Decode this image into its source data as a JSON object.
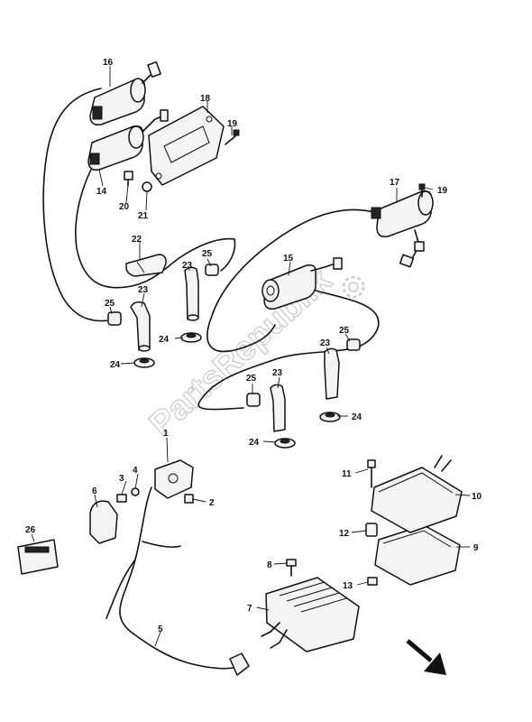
{
  "watermark": "PartsRepublik",
  "callouts": {
    "c1": "1",
    "c2": "2",
    "c3": "3",
    "c4": "4",
    "c5": "5",
    "c6": "6",
    "c7": "7",
    "c8": "8",
    "c9": "9",
    "c10": "10",
    "c11": "11",
    "c12": "12",
    "c13": "13",
    "c14": "14",
    "c15": "15",
    "c16": "16",
    "c17": "17",
    "c18": "18",
    "c19a": "19",
    "c19b": "19",
    "c20": "20",
    "c21": "21",
    "c22": "22",
    "c23a": "23",
    "c23b": "23",
    "c23c": "23",
    "c23d": "23",
    "c24a": "24",
    "c24b": "24",
    "c24c": "24",
    "c24d": "24",
    "c25a": "25",
    "c25b": "25",
    "c25c": "25",
    "c25d": "25",
    "c26": "26"
  },
  "icons": {
    "direction_arrow": "arrow-down-right-icon",
    "watermark_gear": "gear-icon"
  }
}
